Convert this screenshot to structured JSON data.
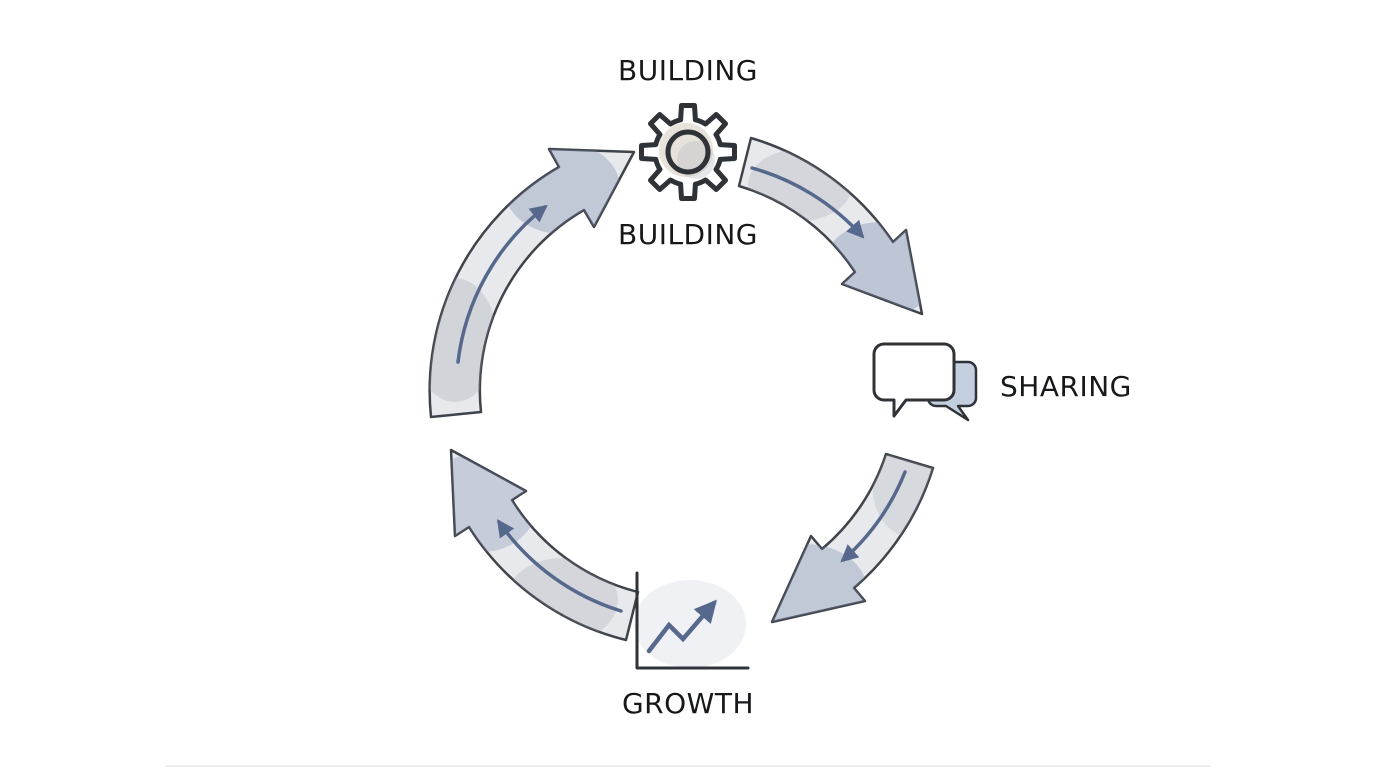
{
  "diagram": {
    "type": "cycle-diagram",
    "nodes": {
      "building": {
        "label_top": "BUILDING",
        "label_bottom": "BUILDING",
        "icon": "gear-icon"
      },
      "sharing": {
        "label": "SHARING",
        "icon": "speech-bubbles-icon"
      },
      "growth": {
        "label": "GROWTH",
        "icon": "growth-chart-icon"
      }
    },
    "arrows": [
      {
        "name": "building-to-sharing"
      },
      {
        "name": "sharing-to-growth"
      },
      {
        "name": "growth-to-leftside"
      },
      {
        "name": "leftside-to-building"
      }
    ],
    "colors": {
      "background": "#ffffff",
      "outline": "#2f3338",
      "band_fill": "#e7e9ec",
      "band_stroke": "#3f434b",
      "accent_blue": "#56688c",
      "wash_blue": "#7b8caf",
      "wash_gray": "#9ba0a8",
      "wash_beige": "#d3cabb",
      "text": "#17181a"
    }
  }
}
